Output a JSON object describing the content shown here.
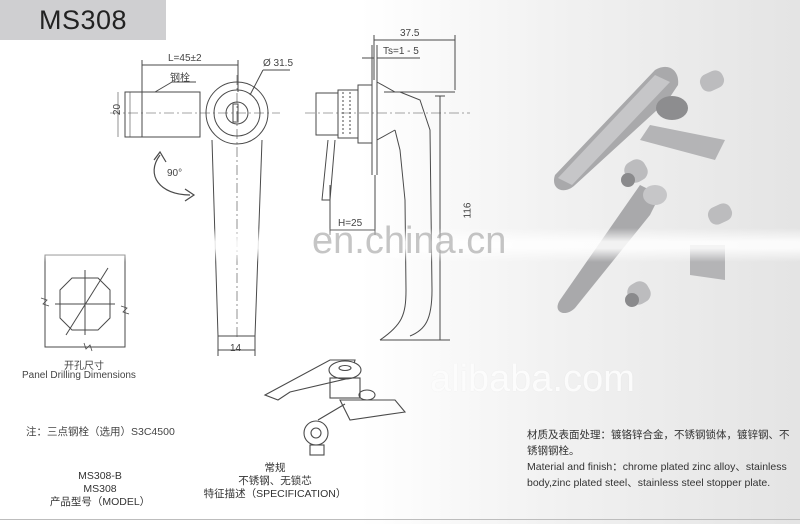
{
  "header": {
    "model_title": "MS308"
  },
  "dimensions": {
    "length": "L=45±2",
    "pin_label_cn": "钢栓",
    "diameter": "Ø 31.5",
    "height_20": "20",
    "rotation": "90°",
    "overall_depth": "37.5",
    "thickness": "Ts=1 - 5",
    "height_25": "H=25",
    "total_length": "116",
    "width_14": "14"
  },
  "panel_drilling": {
    "label_cn": "开孔尺寸",
    "label_en": "Panel Drilling Dimensions"
  },
  "note": "注：三点钢栓（选用）S3C4500",
  "model": {
    "values": [
      "MS308-B",
      "MS308"
    ],
    "header": "产品型号（MODEL）"
  },
  "specification": {
    "values": [
      "常规",
      "不锈钢、无锁芯"
    ],
    "header": "特征描述（SPECIFICATION）"
  },
  "material": {
    "cn": "材质及表面处理：镀铬锌合金，不锈钢锁体，镀锌钢、不锈钢钢栓。",
    "en": "Material and finish：chrome plated zinc alloy、stainless body,zinc plated steel、stainless steel stopper plate."
  },
  "watermarks": [
    "en.china.cn",
    "alibaba.com"
  ],
  "colors": {
    "title_bg": "#cfcfd1",
    "line": "#4a4a4a",
    "render_gray": "#9a9a9a"
  }
}
